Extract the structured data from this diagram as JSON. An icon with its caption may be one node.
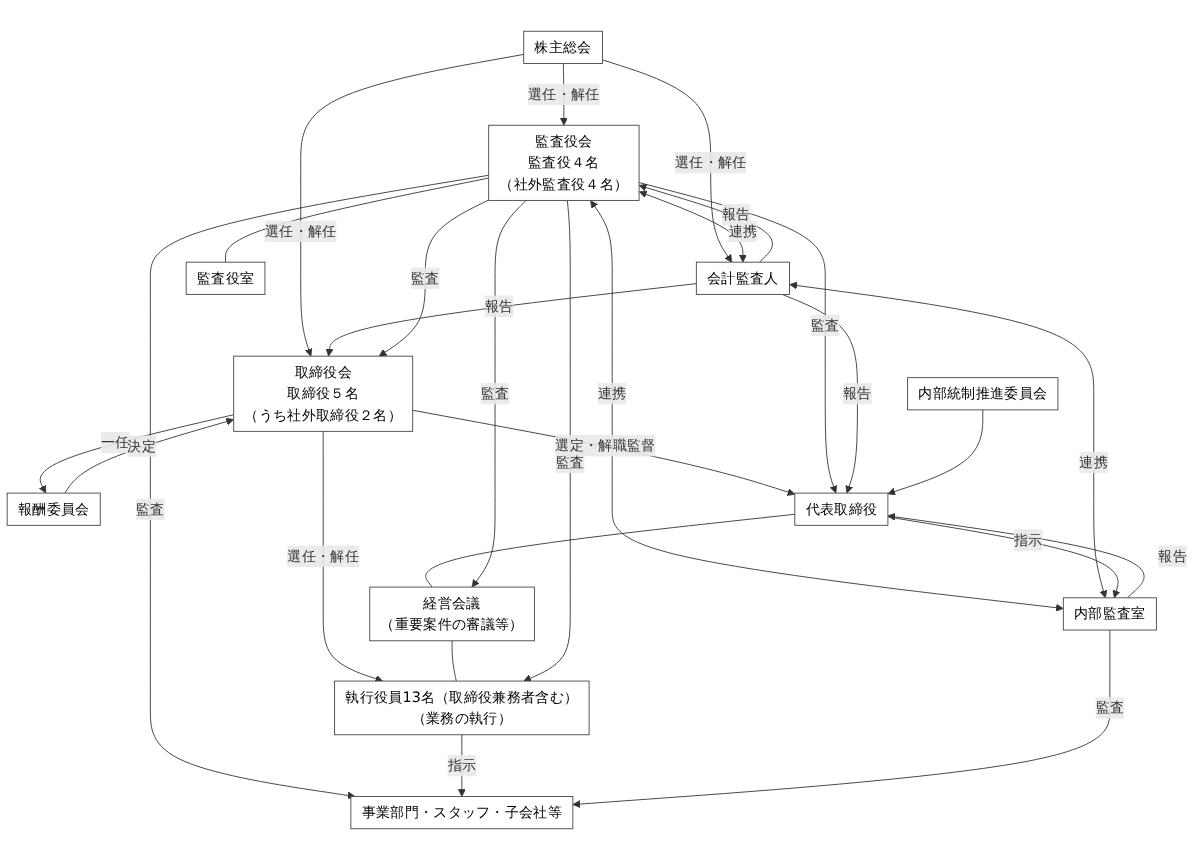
{
  "diagram": {
    "nodes": [
      {
        "text": [
          "株主総会"
        ]
      },
      {
        "text": [
          "取締役会",
          "取締役５名",
          "（うち社外取締役２名）"
        ]
      },
      {
        "text": [
          "監査役会",
          "監査役４名",
          "（社外監査役４名）"
        ]
      },
      {
        "text": [
          "会計監査人"
        ]
      },
      {
        "text": [
          "報酬委員会"
        ]
      },
      {
        "text": [
          "監査役室"
        ]
      },
      {
        "text": [
          "代表取締役"
        ]
      },
      {
        "text": [
          "内部統制推進委員会"
        ]
      },
      {
        "text": [
          "経営会議",
          "（重要案件の審議等）"
        ]
      },
      {
        "text": [
          "内部監査室"
        ]
      },
      {
        "text": [
          "執行役員13名（取締役兼務者含む）",
          "（業務の執行）"
        ]
      },
      {
        "text": [
          "事業部門・スタッフ・子会社等"
        ]
      }
    ],
    "edges": [
      {
        "from": 0,
        "to": 1,
        "arrow": "to",
        "label": "選任・解任"
      },
      {
        "from": 0,
        "to": 2,
        "arrow": "to",
        "label": "選任・解任"
      },
      {
        "from": 0,
        "to": 3,
        "arrow": "to",
        "label": "選任・解任"
      },
      {
        "from": 3,
        "to": 1,
        "arrow": "to",
        "label": "報告"
      },
      {
        "from": 3,
        "to": 2,
        "arrow": "to",
        "label": "報告"
      },
      {
        "from": 2,
        "to": 3,
        "arrow": "both",
        "label": "連携"
      },
      {
        "from": 2,
        "to": 1,
        "arrow": "to",
        "label": "監査"
      },
      {
        "from": 1,
        "to": 4,
        "arrow": "to",
        "label": "一任"
      },
      {
        "from": 4,
        "to": 1,
        "arrow": "to",
        "label": "決定"
      },
      {
        "from": 1,
        "to": 6,
        "arrow": "to",
        "label": "選定・解職監督"
      },
      {
        "from": 2,
        "to": 6,
        "arrow": "to",
        "label": "監査"
      },
      {
        "from": 2,
        "to": 5,
        "arrow": "none"
      },
      {
        "from": 2,
        "to": 9,
        "arrow": "both",
        "label": "連携"
      },
      {
        "from": 3,
        "to": 9,
        "arrow": "both",
        "label": "連携"
      },
      {
        "from": 3,
        "to": 6,
        "arrow": "to",
        "label": "報告"
      },
      {
        "from": 7,
        "to": 6,
        "arrow": "to"
      },
      {
        "from": 6,
        "to": 9,
        "arrow": "to",
        "label": "指示"
      },
      {
        "from": 9,
        "to": 6,
        "arrow": "to",
        "label": "報告"
      },
      {
        "from": 1,
        "to": 10,
        "arrow": "to",
        "label": "選任・解任"
      },
      {
        "from": 6,
        "to": 8,
        "arrow": "none"
      },
      {
        "from": 8,
        "to": 10,
        "arrow": "none"
      },
      {
        "from": 2,
        "to": 8,
        "arrow": "to",
        "label": "監査"
      },
      {
        "from": 2,
        "to": 10,
        "arrow": "to",
        "label": "監査"
      },
      {
        "from": 2,
        "to": 11,
        "arrow": "to",
        "label": "監査"
      },
      {
        "from": 10,
        "to": 11,
        "arrow": "to",
        "label": "指示"
      },
      {
        "from": 9,
        "to": 11,
        "arrow": "to",
        "label": "監査"
      }
    ]
  }
}
